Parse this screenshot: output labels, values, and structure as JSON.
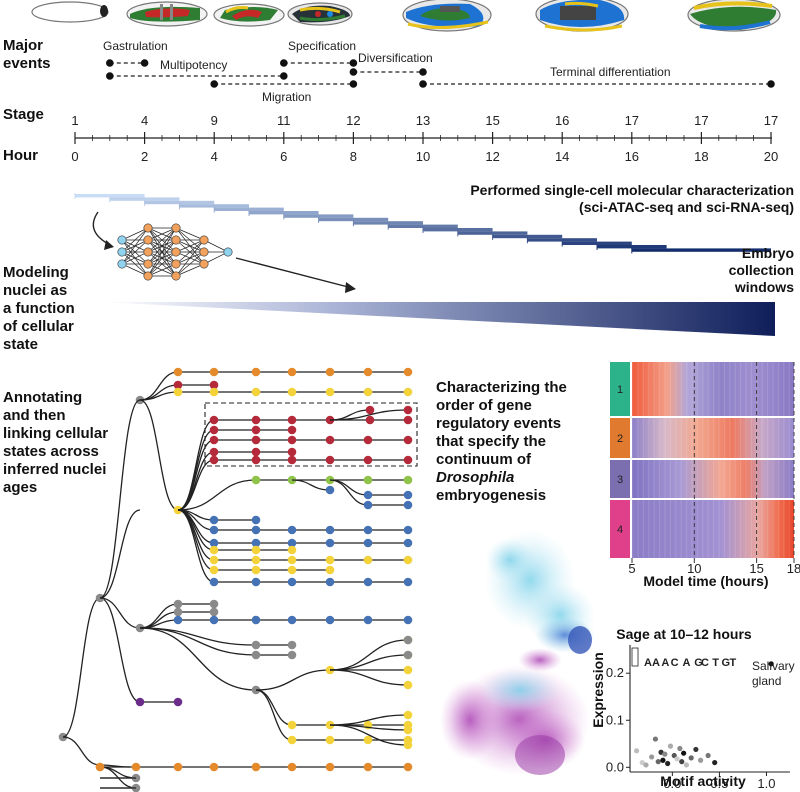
{
  "events": {
    "heading": [
      "Major",
      "events"
    ],
    "items": [
      {
        "label": "Gastrulation",
        "start": 1,
        "end": 2
      },
      {
        "label": "Multipotency",
        "start": 1,
        "end": 6
      },
      {
        "label": "Specification",
        "start": 6,
        "end": 8
      },
      {
        "label": "Migration",
        "start": 4,
        "end": 8
      },
      {
        "label": "Diversification",
        "start": 8,
        "end": 10
      },
      {
        "label": "Terminal differentiation",
        "start": 10,
        "end": 20
      }
    ]
  },
  "stage": {
    "label": "Stage",
    "values": [
      "1",
      "4",
      "9",
      "11",
      "12",
      "13",
      "15",
      "16",
      "17",
      "17",
      "17"
    ]
  },
  "hour": {
    "label": "Hour",
    "values": [
      "0",
      "2",
      "4",
      "6",
      "8",
      "10",
      "12",
      "14",
      "16",
      "18",
      "20"
    ]
  },
  "collection": {
    "title": [
      "Performed single-cell molecular characterization",
      "(sci-ATAC-seq and sci-RNA-seq)"
    ],
    "windows_label": [
      "Embryo",
      "collection",
      "windows"
    ],
    "windows": [
      [
        0,
        2
      ],
      [
        1,
        3
      ],
      [
        2,
        4
      ],
      [
        3,
        5
      ],
      [
        4,
        6
      ],
      [
        5,
        7
      ],
      [
        6,
        8
      ],
      [
        7,
        9
      ],
      [
        8,
        10
      ],
      [
        9,
        11
      ],
      [
        10,
        12
      ],
      [
        11,
        13
      ],
      [
        12,
        14
      ],
      [
        13,
        15
      ],
      [
        14,
        16
      ],
      [
        15,
        17
      ],
      [
        16,
        20
      ]
    ]
  },
  "modeling": {
    "label": [
      "Modeling",
      "nuclei as",
      "a function",
      "of cellular",
      "state"
    ]
  },
  "annotating": {
    "label": [
      "Annotating",
      "and then",
      "linking cellular",
      "states across",
      "inferred nuclei",
      "ages"
    ]
  },
  "characterizing": {
    "label": [
      "Characterizing the",
      "order of gene",
      "regulatory events",
      "that specify the",
      "continuum of"
    ],
    "italic_word": "Drosophila",
    "last": "embryogenesis"
  },
  "heatmap": {
    "clusters": [
      "1",
      "2",
      "3",
      "4"
    ],
    "cluster_colors": [
      "#2db38a",
      "#e07a2e",
      "#7b6fb0",
      "#e0408a"
    ],
    "xlabel": "Model time (hours)",
    "xticks": [
      "5",
      "10",
      "15",
      "18"
    ]
  },
  "chart_data": {
    "type": "scatter",
    "title": "Sage at 10–12 hours",
    "xlabel": "Motif activity",
    "ylabel": "Expression",
    "xticks": [
      "0.0",
      "0.5",
      "1.0"
    ],
    "yticks": [
      "0.0",
      "0.1",
      "0.2"
    ],
    "xlim": [
      -0.45,
      1.25
    ],
    "ylim": [
      -0.01,
      0.26
    ],
    "annotation": [
      "Salivary",
      "gland"
    ],
    "motif_text": "AAACAGCTGT",
    "points": [
      {
        "x": -0.38,
        "y": 0.035,
        "shade": "#bbbbbb"
      },
      {
        "x": -0.32,
        "y": 0.01,
        "shade": "#cccccc"
      },
      {
        "x": -0.28,
        "y": 0.005,
        "shade": "#aaaaaa"
      },
      {
        "x": -0.22,
        "y": 0.022,
        "shade": "#999999"
      },
      {
        "x": -0.18,
        "y": 0.06,
        "shade": "#777777"
      },
      {
        "x": -0.15,
        "y": 0.012,
        "shade": "#666666"
      },
      {
        "x": -0.12,
        "y": 0.032,
        "shade": "#333333"
      },
      {
        "x": -0.1,
        "y": 0.015,
        "shade": "#111111"
      },
      {
        "x": -0.08,
        "y": 0.028,
        "shade": "#888888"
      },
      {
        "x": -0.05,
        "y": 0.008,
        "shade": "#222222"
      },
      {
        "x": -0.02,
        "y": 0.045,
        "shade": "#aaaaaa"
      },
      {
        "x": 0.02,
        "y": 0.025,
        "shade": "#555555"
      },
      {
        "x": 0.05,
        "y": 0.018,
        "shade": "#cccccc"
      },
      {
        "x": 0.08,
        "y": 0.04,
        "shade": "#888888"
      },
      {
        "x": 0.1,
        "y": 0.012,
        "shade": "#444444"
      },
      {
        "x": 0.12,
        "y": 0.03,
        "shade": "#111111"
      },
      {
        "x": 0.15,
        "y": 0.005,
        "shade": "#bbbbbb"
      },
      {
        "x": 0.2,
        "y": 0.02,
        "shade": "#666666"
      },
      {
        "x": 0.25,
        "y": 0.038,
        "shade": "#333333"
      },
      {
        "x": 0.3,
        "y": 0.015,
        "shade": "#999999"
      },
      {
        "x": 0.38,
        "y": 0.025,
        "shade": "#777777"
      },
      {
        "x": 0.45,
        "y": 0.01,
        "shade": "#222222"
      },
      {
        "x": 1.05,
        "y": 0.22,
        "shade": "#111111"
      }
    ]
  }
}
